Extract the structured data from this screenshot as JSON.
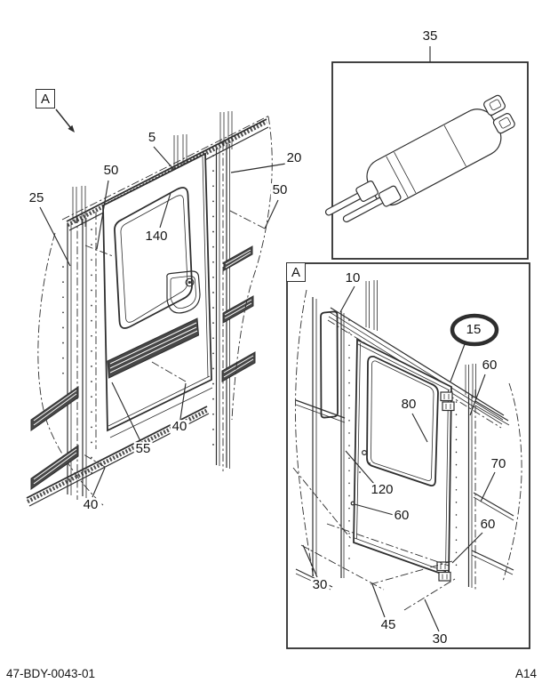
{
  "document": {
    "footer_left": "47-BDY-0043-01",
    "footer_right": "A14"
  },
  "colors": {
    "line": "#2e2e2e",
    "highlight_green": "#00a651",
    "paper": "#ffffff"
  },
  "main_view": {
    "detail_marker": "A",
    "callouts": {
      "c5": "5",
      "c20": "20",
      "c25": "25",
      "c40_right": "40",
      "c40_bottom": "40",
      "c50_left": "50",
      "c50_right": "50",
      "c55": "55",
      "c140": "140"
    }
  },
  "part_inset": {
    "c35": "35"
  },
  "detail_view": {
    "marker": "A",
    "highlighted_callout": "15",
    "callouts": {
      "c10": "10",
      "c15": "15",
      "c30_left": "30",
      "c30_right": "30",
      "c45": "45",
      "c60_top": "60",
      "c60_mid": "60",
      "c60_right": "60",
      "c70": "70",
      "c80": "80",
      "c120": "120"
    }
  }
}
